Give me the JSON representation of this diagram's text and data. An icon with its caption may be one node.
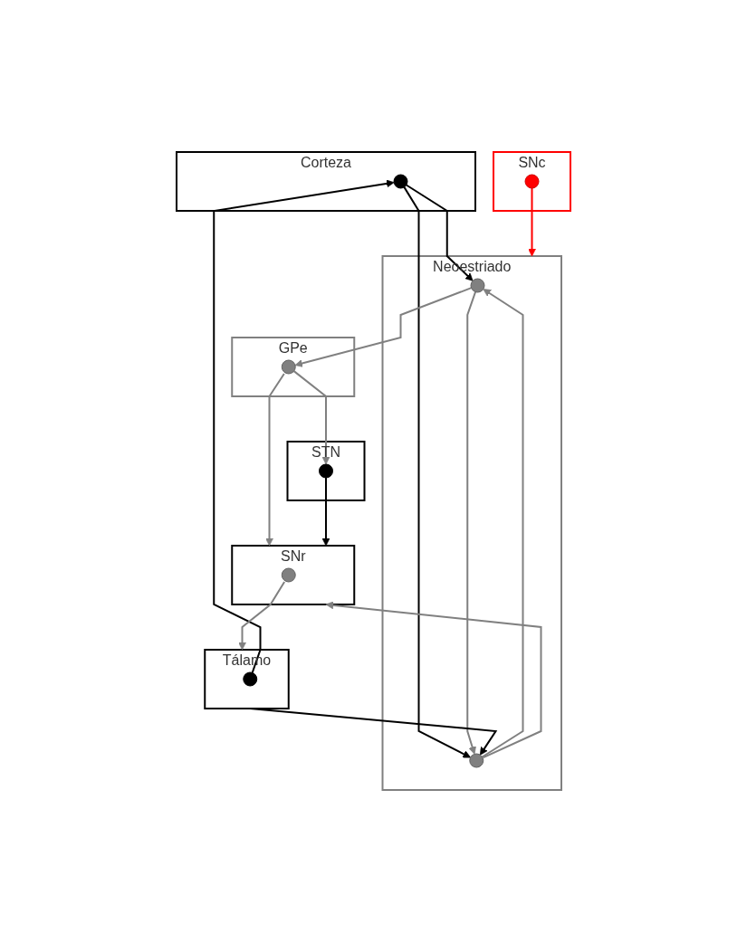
{
  "diagram": {
    "nodes": [
      {
        "text": [
          "Corteza"
        ]
      },
      {
        "text": [],
        "shape": "circle",
        "in": 0
      },
      {
        "text": [
          "Neoestriado"
        ]
      },
      {
        "text": [],
        "shape": "circle",
        "in": 2
      },
      {
        "text": [],
        "shape": "circle",
        "in": 2
      },
      {
        "text": [
          "Tálamo"
        ]
      },
      {
        "text": [],
        "shape": "circle",
        "in": 5
      },
      {
        "text": [
          "GPe"
        ]
      },
      {
        "text": [],
        "shape": "circle",
        "in": 7
      },
      {
        "text": [
          "SNc"
        ]
      },
      {
        "text": [],
        "shape": "circle",
        "in": 9
      },
      {
        "text": [
          "STN"
        ]
      },
      {
        "text": [],
        "shape": "circle",
        "in": 11
      },
      {
        "text": [
          "SNr"
        ]
      },
      {
        "text": [],
        "shape": "circle",
        "in": 13
      }
    ],
    "edges": [
      {
        "from": 1,
        "to": 3,
        "arrow": "to",
        "color": "#000000"
      },
      {
        "from": 1,
        "to": 4,
        "arrow": "to",
        "color": "#000000"
      },
      {
        "from": 6,
        "to": 1,
        "arrow": "to",
        "color": "#000000"
      },
      {
        "from": 5,
        "to": 4,
        "arrow": "to",
        "color": "#000000"
      },
      {
        "from": 3,
        "to": 8,
        "arrow": "to"
      },
      {
        "from": 3,
        "to": 4,
        "arrow": "to"
      },
      {
        "from": 4,
        "to": 3,
        "arrow": "to"
      },
      {
        "from": 10,
        "to": 2,
        "arrow": "to",
        "color": "#ff0000"
      },
      {
        "from": 4,
        "to": 13,
        "arrow": "to"
      },
      {
        "from": 8,
        "to": 12,
        "arrow": "to"
      },
      {
        "from": 8,
        "to": 13,
        "arrow": "to"
      },
      {
        "from": 12,
        "to": 13,
        "arrow": "to",
        "color": "#000000"
      },
      {
        "from": 14,
        "to": 5,
        "arrow": "to"
      }
    ]
  }
}
